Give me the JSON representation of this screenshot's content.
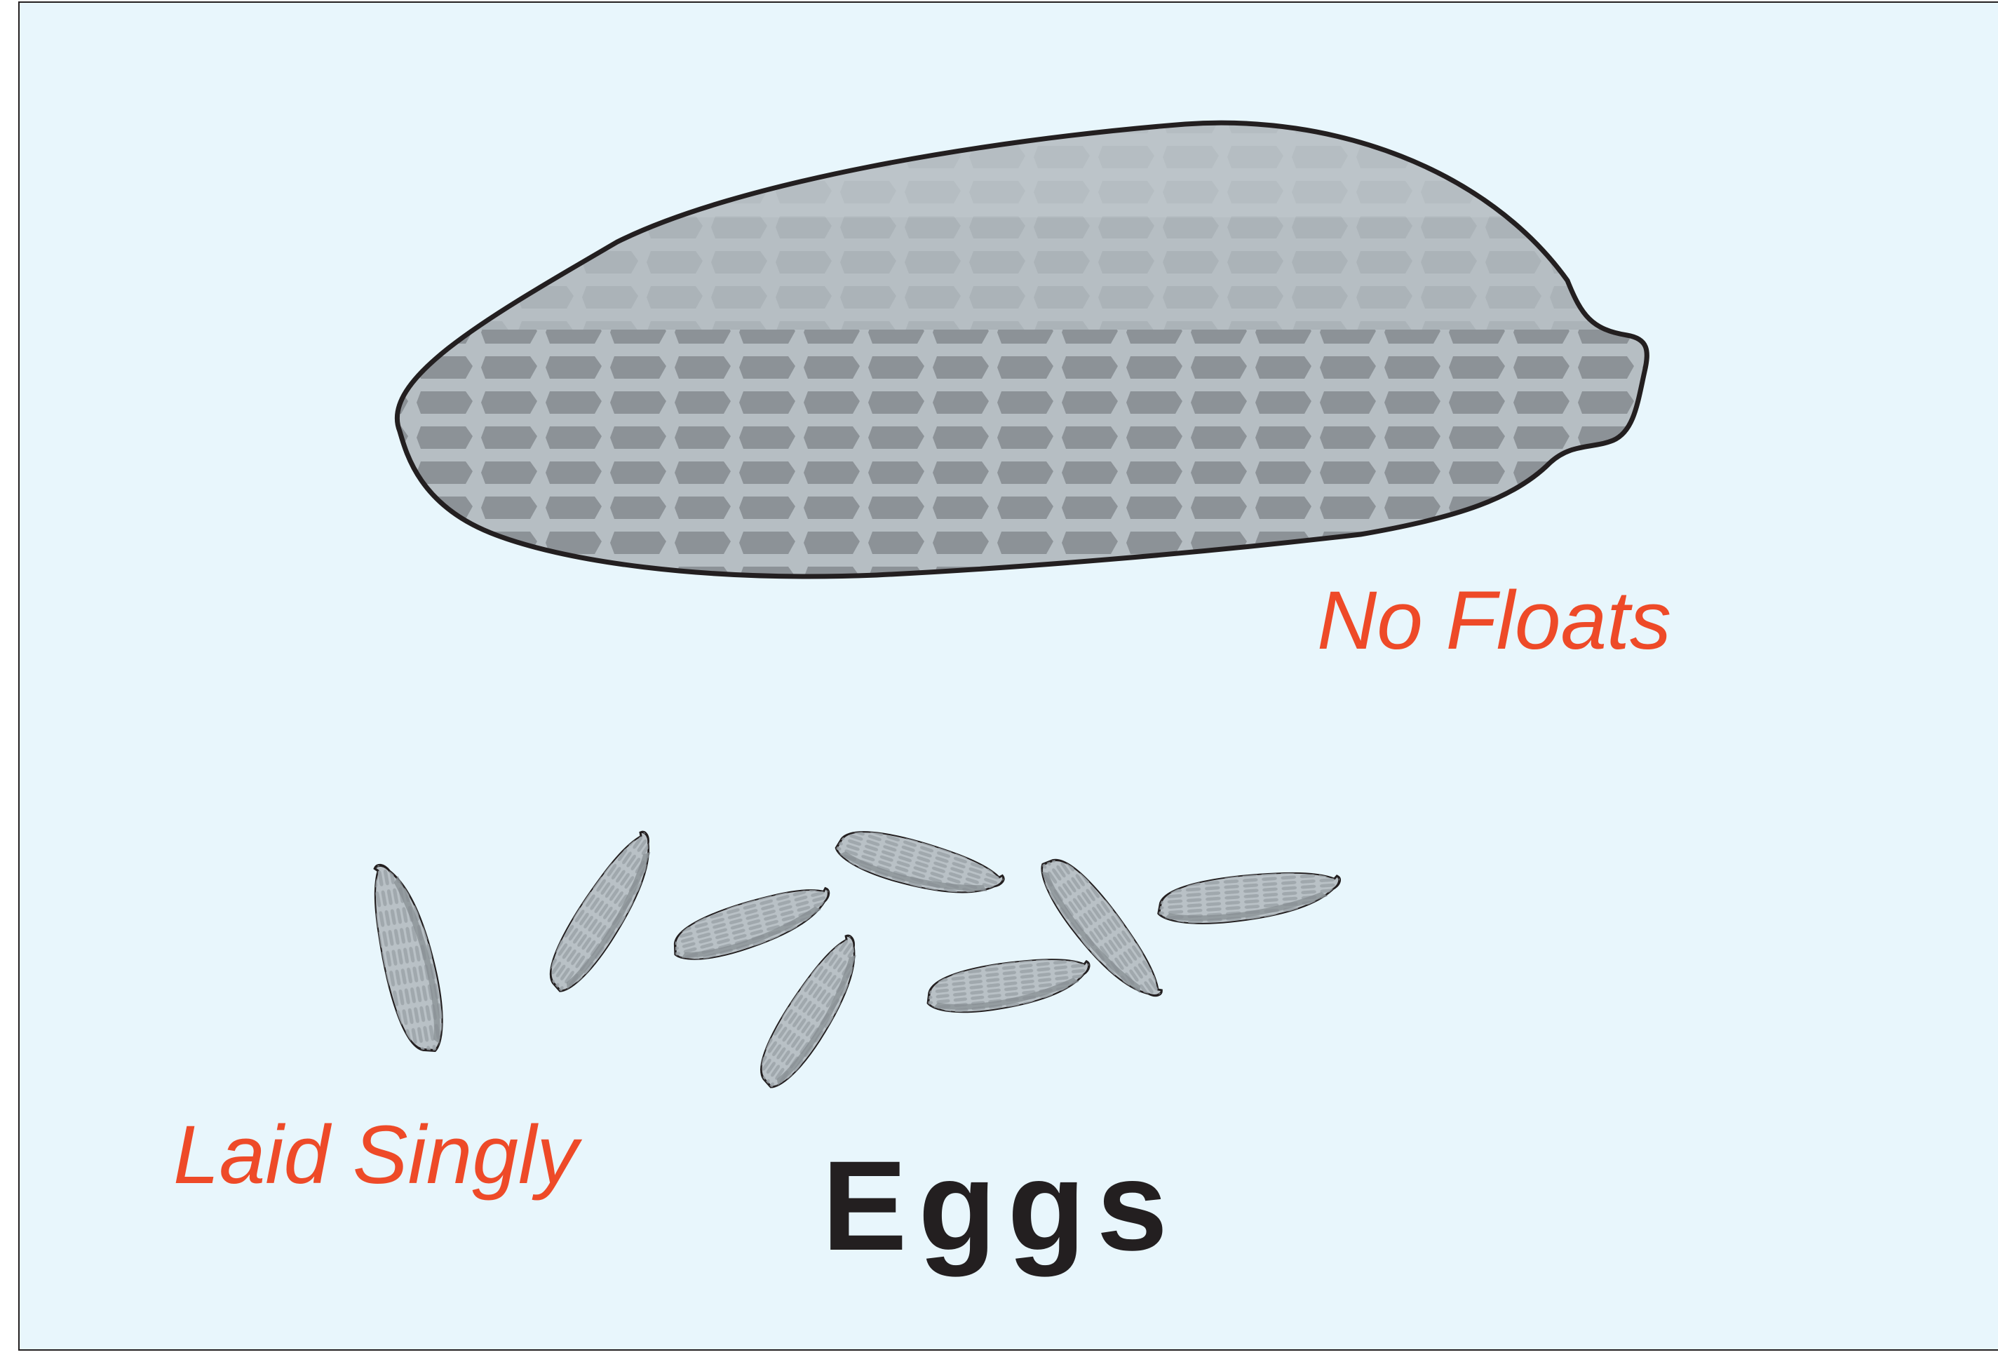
{
  "labels": {
    "no_floats": "No Floats",
    "laid_singly": "Laid Singly",
    "eggs": "Eggs"
  },
  "colors": {
    "background": "#e8f6fc",
    "egg_fill": "#b4bcc1",
    "egg_cell_light": "#a8b0b6",
    "egg_cell_dark": "#878d92",
    "outline": "#231f20",
    "annotation": "#ee4a28"
  },
  "small_egg_count": 8
}
